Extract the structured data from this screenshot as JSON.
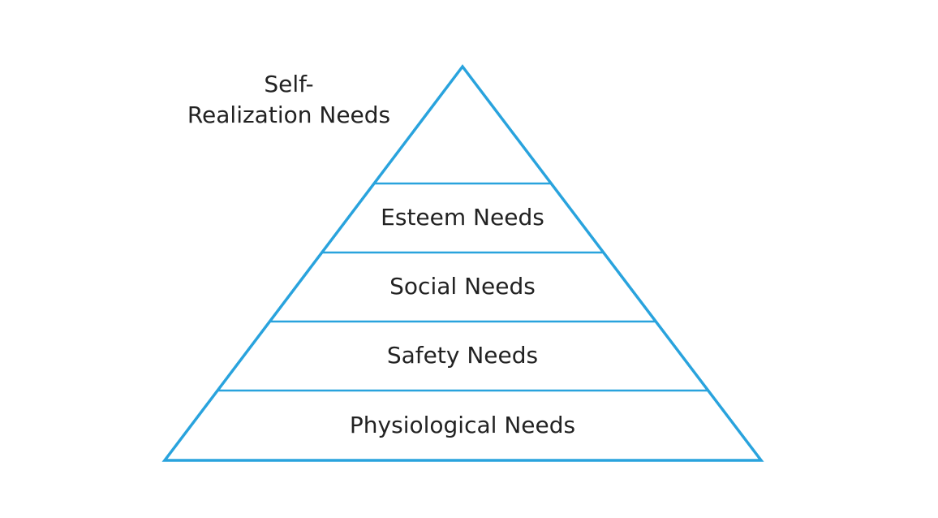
{
  "pyramid": {
    "outline_color": "#29a3dd",
    "text_color": "#222222",
    "apex_label": {
      "line1": "Self-",
      "line2": "Realization Needs"
    },
    "levels": [
      {
        "label": "Esteem Needs"
      },
      {
        "label": "Social Needs"
      },
      {
        "label": "Safety Needs"
      },
      {
        "label": "Physiological Needs"
      }
    ]
  }
}
